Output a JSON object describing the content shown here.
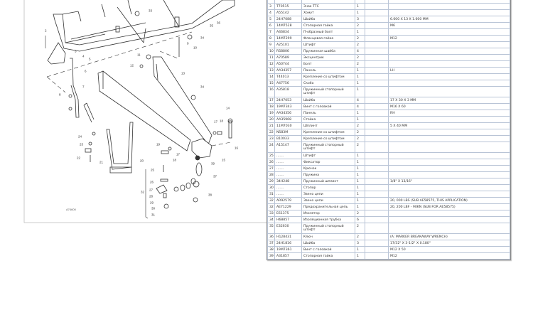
{
  "diagram": {
    "figure_code": "A74600",
    "callouts": [
      "2",
      "3",
      "4",
      "5",
      "6",
      "7",
      "8",
      "9",
      "10",
      "11",
      "12",
      "13",
      "34",
      "14",
      "17",
      "18",
      "16",
      "15",
      "39",
      "37",
      "38",
      "19",
      "17",
      "18",
      "20",
      "24",
      "23",
      "22",
      "21",
      "25",
      "26",
      "27",
      "28",
      "29",
      "30",
      "31",
      "32",
      "33",
      "35",
      "36",
      "34"
    ]
  },
  "parts_table": {
    "rows": [
      {
        "no": "",
        "part": "",
        "desc": "",
        "qty": "",
        "note": ""
      },
      {
        "no": "3",
        "part": "T70515",
        "desc": "Знак ТТС",
        "qty": "1",
        "note": ""
      },
      {
        "no": "4",
        "part": "A55142",
        "desc": "Хомут",
        "qty": "1",
        "note": ""
      },
      {
        "no": "5",
        "part": "24H7088",
        "desc": "Шайба",
        "qty": "3",
        "note": "6.600 X 13 X 1.600 MM"
      },
      {
        "no": "6",
        "part": "14M7528",
        "desc": "Стопорная гайка",
        "qty": "2",
        "note": "M6"
      },
      {
        "no": "7",
        "part": "A46834",
        "desc": "П-образный болт",
        "qty": "1",
        "note": ""
      },
      {
        "no": "8",
        "part": "14M7299",
        "desc": "Фланцевая гайка",
        "qty": "2",
        "note": "M12"
      },
      {
        "no": "9",
        "part": "A25101",
        "desc": "Штифт",
        "qty": "2",
        "note": ""
      },
      {
        "no": "10",
        "part": "R58806",
        "desc": "Пружинная шайба",
        "qty": "4",
        "note": ""
      },
      {
        "no": "11",
        "part": "A70589",
        "desc": "Эксцентрик",
        "qty": "2",
        "note": ""
      },
      {
        "no": "12",
        "part": "A50744",
        "desc": "Болт",
        "qty": "2",
        "note": ""
      },
      {
        "no": "13",
        "part": "AA34357",
        "desc": "Панель",
        "qty": "1",
        "note": "LH"
      },
      {
        "no": "14",
        "part": "T44013",
        "desc": "Крепление со штифтом",
        "qty": "1",
        "note": ""
      },
      {
        "no": "15",
        "part": "A47756",
        "desc": "Скоба",
        "qty": "1",
        "note": ""
      },
      {
        "no": "16",
        "part": "A35818",
        "desc": "Пружинный стопорный штифт",
        "qty": "1",
        "note": "",
        "dbl": true
      },
      {
        "no": "17",
        "part": "24H7053",
        "desc": "Шайба",
        "qty": "4",
        "note": "17 X 30 X 3 MM"
      },
      {
        "no": "18",
        "part": "19M7343",
        "desc": "Винт с головкой",
        "qty": "4",
        "note": "M16 X 60"
      },
      {
        "no": "19",
        "part": "AA34356",
        "desc": "Панель",
        "qty": "1",
        "note": "RH"
      },
      {
        "no": "20",
        "part": "AA35968",
        "desc": "Стойка",
        "qty": "1",
        "note": ""
      },
      {
        "no": "21",
        "part": "11M7030",
        "desc": "Шплинт",
        "qty": "2",
        "note": "5 X 40 MM"
      },
      {
        "no": "22",
        "part": "N583M",
        "desc": "Крепление со штифтом",
        "qty": "2",
        "note": ""
      },
      {
        "no": "23",
        "part": "B10033",
        "desc": "Крепление со штифтом",
        "qty": "2",
        "note": ""
      },
      {
        "no": "24",
        "part": "A15147",
        "desc": "Пружинный стопорный штифт",
        "qty": "2",
        "note": "",
        "dbl": true
      },
      {
        "no": "25",
        "part": ".......",
        "desc": "Штифт",
        "qty": "1",
        "note": ""
      },
      {
        "no": "26",
        "part": ".......",
        "desc": "Фиксатор",
        "qty": "1",
        "note": ""
      },
      {
        "no": "27",
        "part": ".......",
        "desc": "Крючок",
        "qty": "1",
        "note": ""
      },
      {
        "no": "28",
        "part": ".......",
        "desc": "Пружина",
        "qty": "1",
        "note": ""
      },
      {
        "no": "29",
        "part": "34H248",
        "desc": "Пружинный шплинт",
        "qty": "1",
        "note": "1/8\" X 13/16\""
      },
      {
        "no": "30",
        "part": ".......",
        "desc": "Стопор",
        "qty": "1",
        "note": ""
      },
      {
        "no": "31",
        "part": ".......",
        "desc": "Звено цепи",
        "qty": "1",
        "note": ""
      },
      {
        "no": "32",
        "part": "AR92579",
        "desc": "Звено цепи",
        "qty": "1",
        "note": "20, 000 LBS (SUB AE58575, THIS APPLICATION)"
      },
      {
        "no": "32",
        "part": "AE71229",
        "desc": "Предохранительная цепь",
        "qty": "1",
        "note": "20, 200 LBF - 90KN (SUB FOR AE58575)"
      },
      {
        "no": "33",
        "part": "E61375",
        "desc": "Изолятор",
        "qty": "2",
        "note": ""
      },
      {
        "no": "34",
        "part": "H68857",
        "desc": "Изоляционная трубка",
        "qty": "6",
        "note": ""
      },
      {
        "no": "35",
        "part": "E32630",
        "desc": "Пружинный стопорный штифт",
        "qty": "2",
        "note": "",
        "dbl": true
      },
      {
        "no": "36",
        "part": "H128431",
        "desc": "Ключ",
        "qty": "2",
        "note": "(A: MARKER BREAKAWAY WRENCH)"
      },
      {
        "no": "37",
        "part": "24H1816",
        "desc": "Шайба",
        "qty": "3",
        "note": "17/32\" X 3-1/2\" X 0.180\""
      },
      {
        "no": "38",
        "part": "19M7361",
        "desc": "Винт с головкой",
        "qty": "1",
        "note": "M12 X 50"
      },
      {
        "no": "39",
        "part": "A31857",
        "desc": "Стопорная гайка",
        "qty": "1",
        "note": "M12"
      }
    ]
  }
}
